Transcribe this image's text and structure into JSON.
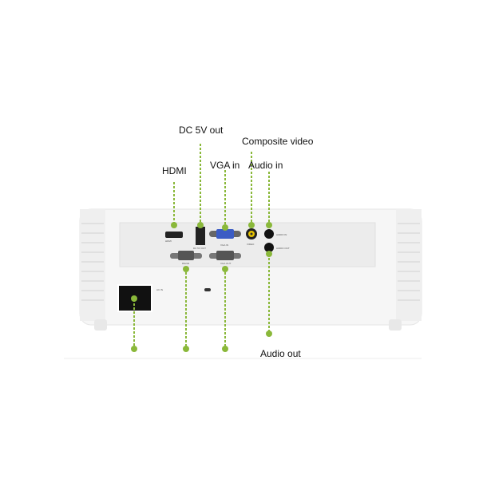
{
  "labels": {
    "dc5v": "DC 5V out",
    "composite": "Composite video",
    "hdmi": "HDMI",
    "vga_in": "VGA in",
    "audio_in": "Audio in",
    "audio_out": "Audio out"
  },
  "port_markings": {
    "hdmi": "HDMI",
    "dc5v": "DC 5V OUT",
    "vga_in": "VGA IN",
    "video": "VIDEO",
    "audio_in": "AUDIO IN",
    "audio_out": "AUDIO OUT",
    "rs232": "RS232",
    "vga_out": "VGA OUT",
    "ac_in": "AC IN"
  },
  "colors": {
    "accent": "#8ab83a",
    "body": "#f7f7f7"
  }
}
